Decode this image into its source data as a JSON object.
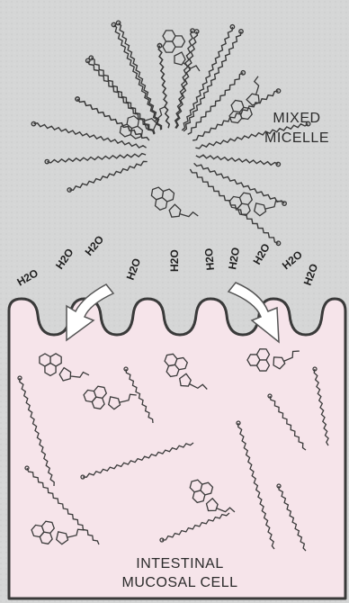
{
  "micelle": {
    "label_line1": "MIXED",
    "label_line2": "MICELLE"
  },
  "cell": {
    "label_line1": "INTESTINAL",
    "label_line2": "MUCOSAL CELL"
  },
  "water": {
    "label": "H2O"
  },
  "colors": {
    "lumen_background": "#d7d8d8",
    "cell_fill": "#f6e4ea",
    "membrane_stroke": "#3a3a3a",
    "molecule_stroke": "#3a3a3a",
    "arrow_fill": "#ffffff"
  }
}
